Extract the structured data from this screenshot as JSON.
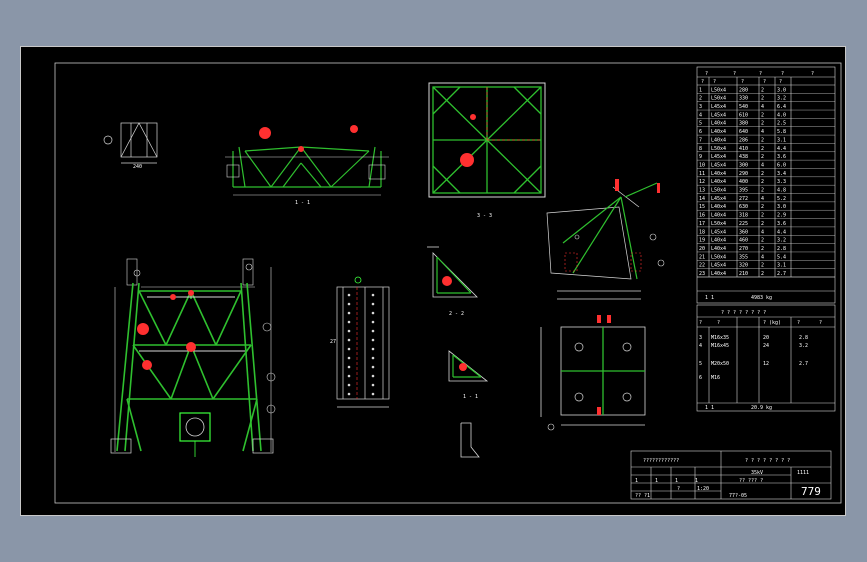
{
  "colors": {
    "background": "#000000",
    "frame": "#c8c8c8",
    "member": "#2fc02f",
    "member_light": "#d8d8d8",
    "callout": "#ff3030",
    "bolt_circle": "#3cff3c",
    "dimension": "#ffffff"
  },
  "views": {
    "top_right_section_label": "1 - 1",
    "plan_label": "3 - 3",
    "gusset_a_label": "2 - 2",
    "gusset_b_label": "1 - 1",
    "small_detail_dim": "240",
    "column_dim": "27"
  },
  "parts_table": {
    "header": [
      "?",
      "?",
      "?",
      "?",
      "?"
    ],
    "subheader": [
      "?",
      "?",
      "?",
      "?",
      "?"
    ],
    "rows": [
      [
        "1",
        "L50x4",
        "280",
        "2",
        "3.0"
      ],
      [
        "2",
        "L50x4",
        "330",
        "2",
        "3.2"
      ],
      [
        "3",
        "L45x4",
        "540",
        "4",
        "6.4"
      ],
      [
        "4",
        "L45x4",
        "610",
        "2",
        "4.0"
      ],
      [
        "5",
        "L40x4",
        "380",
        "2",
        "2.5"
      ],
      [
        "6",
        "L40x4",
        "640",
        "4",
        "5.8"
      ],
      [
        "7",
        "L40x4",
        "286",
        "2",
        "3.1"
      ],
      [
        "8",
        "L50x4",
        "410",
        "2",
        "4.4"
      ],
      [
        "9",
        "L45x4",
        "438",
        "2",
        "3.6"
      ],
      [
        "10",
        "L45x4",
        "300",
        "4",
        "6.0"
      ],
      [
        "11",
        "L40x4",
        "290",
        "2",
        "3.4"
      ],
      [
        "12",
        "L40x4",
        "400",
        "2",
        "3.3"
      ],
      [
        "13",
        "L50x4",
        "395",
        "2",
        "4.8"
      ],
      [
        "14",
        "L45x4",
        "272",
        "4",
        "5.2"
      ],
      [
        "15",
        "L40x4",
        "630",
        "2",
        "3.0"
      ],
      [
        "16",
        "L40x4",
        "318",
        "2",
        "2.9"
      ],
      [
        "17",
        "L50x4",
        "225",
        "2",
        "3.6"
      ],
      [
        "18",
        "L45x4",
        "360",
        "4",
        "4.4"
      ],
      [
        "19",
        "L40x4",
        "460",
        "2",
        "3.2"
      ],
      [
        "20",
        "L40x4",
        "270",
        "2",
        "2.8"
      ],
      [
        "21",
        "L50x4",
        "355",
        "4",
        "5.4"
      ],
      [
        "22",
        "L45x4",
        "320",
        "2",
        "3.1"
      ],
      [
        "23",
        "L40x4",
        "210",
        "2",
        "2.7"
      ]
    ],
    "total_label": "1  1",
    "total_value": "4983 kg"
  },
  "bolt_table": {
    "header": "? ? ? ? ? ? ? ?",
    "cols": [
      "?",
      "?",
      "? (kg)",
      "?",
      "?"
    ],
    "rows": [
      [
        "M16x35",
        "3",
        "20",
        "2.8"
      ],
      [
        "M16x45",
        "4",
        "24",
        "3.2"
      ],
      [
        "M20x50",
        "5",
        "12",
        "2.7"
      ],
      [
        "M16",
        "6",
        "",
        ""
      ]
    ],
    "total_label": "1  1",
    "total_value": "20.9 kg"
  },
  "title_block": {
    "project": "????????????",
    "drawing_title": "? ? ? ? ? ? ? ?",
    "subject": "35kV",
    "part_name": "?? ??? ?",
    "code": "1111",
    "r1": [
      "1",
      "1",
      "1",
      "1"
    ],
    "scale": "1:20",
    "ref": "?",
    "drawing_no": "77?-05",
    "sheet_no": "779",
    "designer": "?? ?1"
  }
}
